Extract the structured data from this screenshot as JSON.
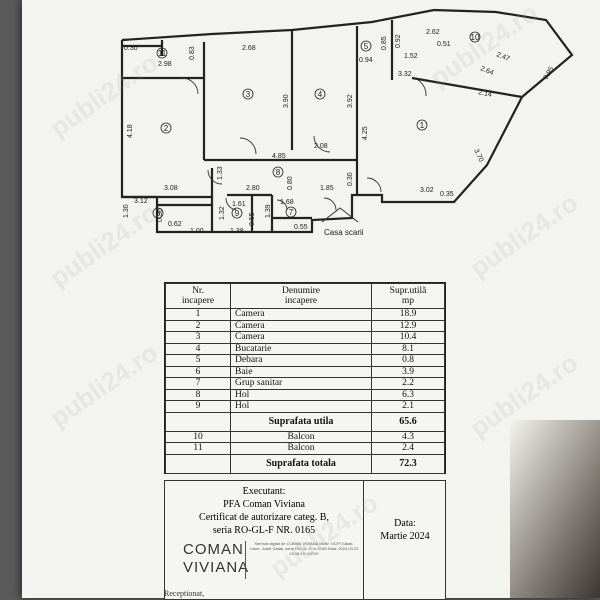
{
  "plan": {
    "rooms": [
      "1",
      "2",
      "3",
      "4",
      "5",
      "6",
      "7",
      "8",
      "9",
      "10",
      "11"
    ],
    "dimensions": [
      "0.30",
      "2.98",
      "0.83",
      "2.68",
      "3.90",
      "3.92",
      "0.92",
      "0.85",
      "0.94",
      "2.62",
      "0.51",
      "2.47",
      "0.95",
      "1.52",
      "3.32",
      "2.64",
      "2.14",
      "4.18",
      "4.85",
      "2.08",
      "4.25",
      "3.70",
      "3.08",
      "1.33",
      "2.80",
      "0.80",
      "1.85",
      "0.30",
      "3.02",
      "0.35",
      "3.12",
      "1.61",
      "1.68",
      "1.30",
      "0.62",
      "1.32",
      "1.39",
      "0.55",
      "1.00",
      "1.38",
      "0.55",
      "0.30"
    ],
    "stair_label": "Casa scarii"
  },
  "table": {
    "headers": [
      "Nr.\nincapere",
      "Denumire\nincapere",
      "Supr.utilă\nmp"
    ],
    "rows": [
      {
        "nr": "1",
        "name": "Camera",
        "area": "18.9"
      },
      {
        "nr": "2",
        "name": "Camera",
        "area": "12.9"
      },
      {
        "nr": "3",
        "name": "Camera",
        "area": "10.4"
      },
      {
        "nr": "4",
        "name": "Bucatarie",
        "area": "8.1"
      },
      {
        "nr": "5",
        "name": "Debara",
        "area": "0.8"
      },
      {
        "nr": "6",
        "name": "Baie",
        "area": "3.9"
      },
      {
        "nr": "7",
        "name": "Grup sanitar",
        "area": "2.2"
      },
      {
        "nr": "8",
        "name": "Hol",
        "area": "6.3"
      },
      {
        "nr": "9",
        "name": "Hol",
        "area": "2.1"
      }
    ],
    "useful_label": "Suprafata utila",
    "useful_value": "65.6",
    "balconies": [
      {
        "nr": "10",
        "name": "Balcon",
        "area": "4.3"
      },
      {
        "nr": "11",
        "name": "Balcon",
        "area": "2.4"
      }
    ],
    "total_label": "Suprafata totala",
    "total_value": "72.3"
  },
  "footer": {
    "exec_title": "Executant:",
    "exec_name": "PFA Coman Viviana",
    "cert": "Certificat de autorizare categ. B,",
    "series": "seria RO-GL-F NR. 0165",
    "date_label": "Data:",
    "date_value": "Martie 2024",
    "stamp_line1": "COMAN",
    "stamp_line2": "VIVIANA",
    "stamp_text": "Semnat digital de COMAN VIVIANA Motiv: OCPI Galati, Loker, Judet Galati, seria RO-GL-F, nr.0165 Data: 2024.03.22 13:18:13 +02'00'",
    "receipt": "Receptionat,"
  },
  "watermark": "publi24.ro"
}
